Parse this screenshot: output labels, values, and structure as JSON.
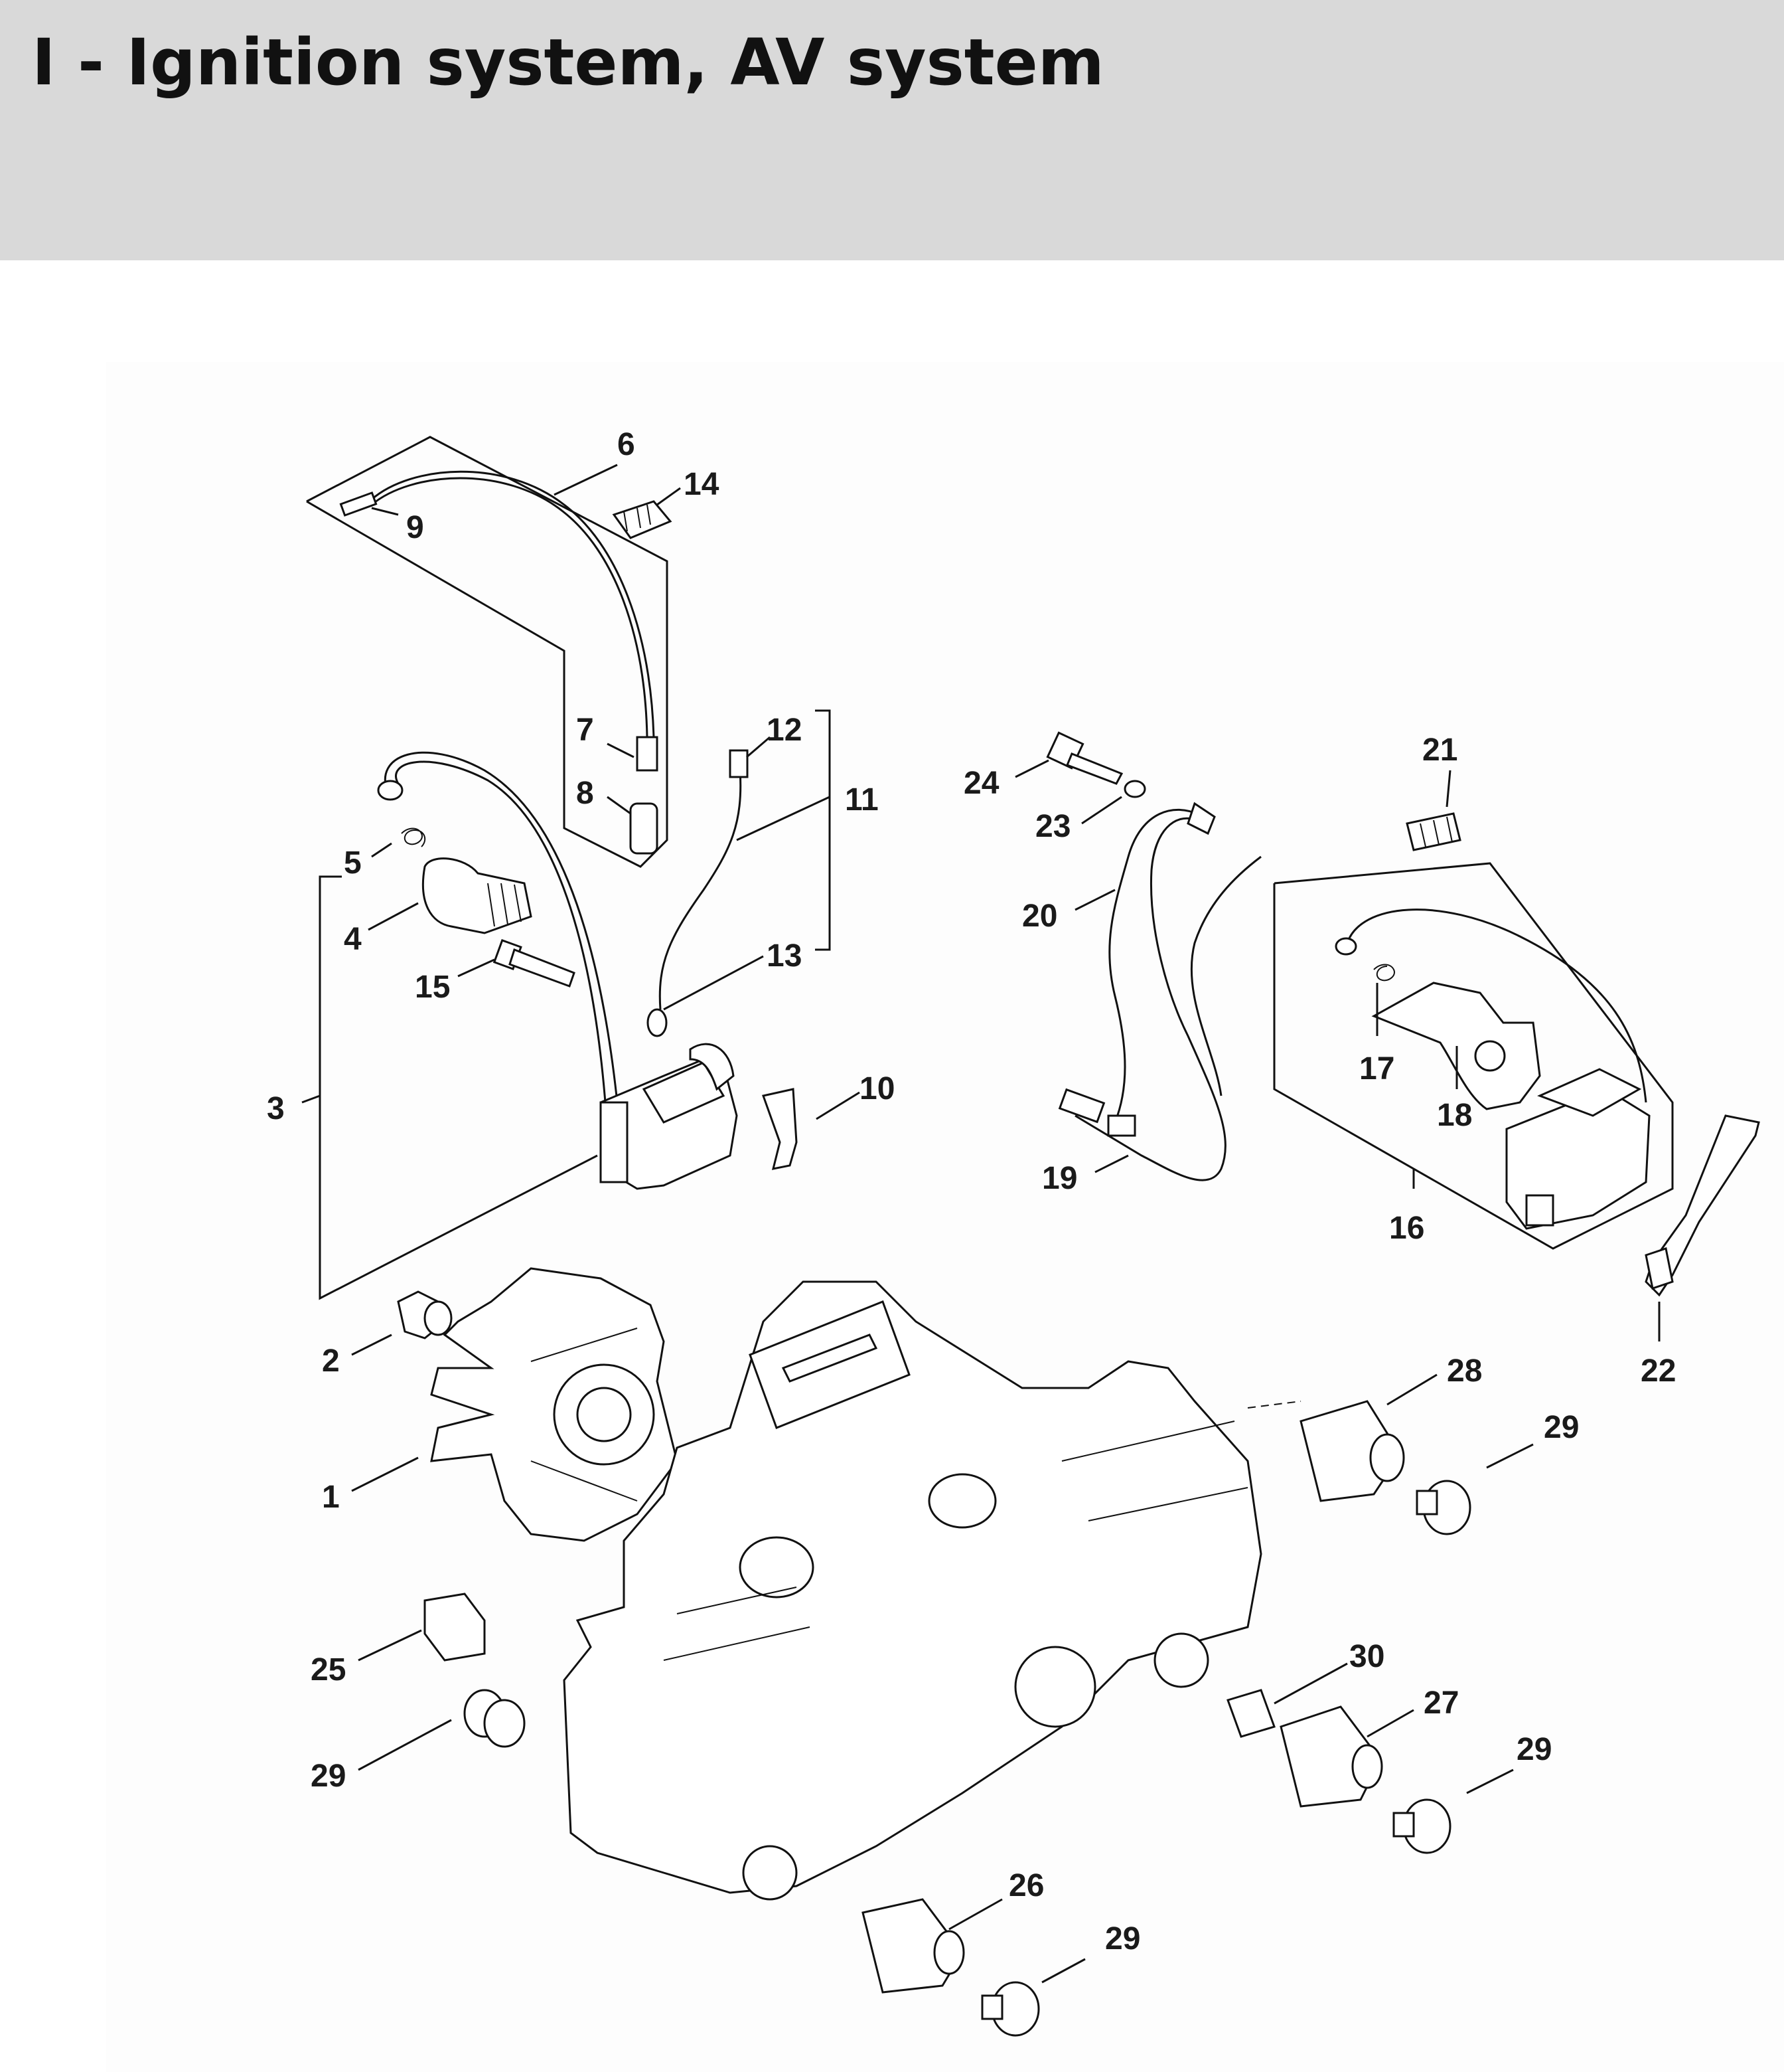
{
  "page": {
    "title": "I - Ignition system, AV system"
  },
  "callouts": [
    {
      "id": "c1",
      "text": "1"
    },
    {
      "id": "c2",
      "text": "2"
    },
    {
      "id": "c3",
      "text": "3"
    },
    {
      "id": "c4",
      "text": "4"
    },
    {
      "id": "c5",
      "text": "5"
    },
    {
      "id": "c6",
      "text": "6"
    },
    {
      "id": "c7",
      "text": "7"
    },
    {
      "id": "c8",
      "text": "8"
    },
    {
      "id": "c9",
      "text": "9"
    },
    {
      "id": "c10",
      "text": "10"
    },
    {
      "id": "c11",
      "text": "11"
    },
    {
      "id": "c12",
      "text": "12"
    },
    {
      "id": "c13",
      "text": "13"
    },
    {
      "id": "c14",
      "text": "14"
    },
    {
      "id": "c15",
      "text": "15"
    },
    {
      "id": "c16",
      "text": "16"
    },
    {
      "id": "c17",
      "text": "17"
    },
    {
      "id": "c18",
      "text": "18"
    },
    {
      "id": "c19",
      "text": "19"
    },
    {
      "id": "c20",
      "text": "20"
    },
    {
      "id": "c21",
      "text": "21"
    },
    {
      "id": "c22",
      "text": "22"
    },
    {
      "id": "c23",
      "text": "23"
    },
    {
      "id": "c24",
      "text": "24"
    },
    {
      "id": "c25",
      "text": "25"
    },
    {
      "id": "c26",
      "text": "26"
    },
    {
      "id": "c27",
      "text": "27"
    },
    {
      "id": "c28",
      "text": "28"
    },
    {
      "id": "c29a",
      "text": "29"
    },
    {
      "id": "c29b",
      "text": "29"
    },
    {
      "id": "c29c",
      "text": "29"
    },
    {
      "id": "c29d",
      "text": "29"
    },
    {
      "id": "c30",
      "text": "30"
    }
  ]
}
